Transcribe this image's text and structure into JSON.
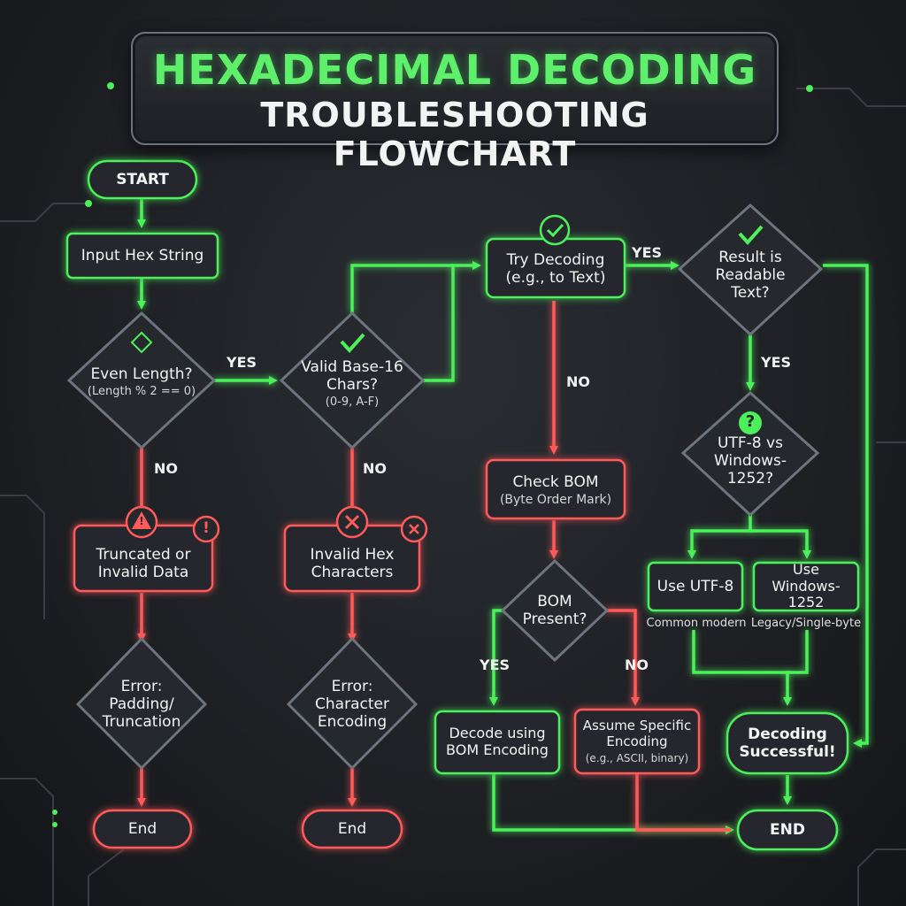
{
  "title": {
    "line1": "HEXADECIMAL DECODING",
    "line2": "TROUBLESHOOTING FLOWCHART"
  },
  "colors": {
    "green": "#4cf05a",
    "red": "#ff5a5a",
    "node_fill": "#25282d",
    "white": "#f4f4f4"
  },
  "nodes": {
    "start": {
      "label": "START"
    },
    "input": {
      "label": "Input Hex String"
    },
    "even_length": {
      "label": "Even Length?",
      "sub": "(Length % 2 == 0)",
      "icon": "diamond-outline-icon"
    },
    "valid_chars": {
      "label": "Valid Base-16 Chars?",
      "sub": "(0-9, A-F)",
      "icon": "checkmark-icon"
    },
    "truncated": {
      "label": "Truncated or Invalid Data",
      "icon": "warning-triangle-icon",
      "badge": "exclamation-circle-icon"
    },
    "invalid_hex": {
      "label": "Invalid Hex Characters",
      "icon": "x-circle-icon",
      "badge": "x-badge-icon"
    },
    "error_padding": {
      "label": "Error: Padding/ Truncation"
    },
    "error_encoding": {
      "label": "Error: Character Encoding"
    },
    "end_left": {
      "label": "End"
    },
    "end_mid": {
      "label": "End"
    },
    "try_decoding": {
      "label": "Try Decoding",
      "sub": "(e.g., to Text)",
      "icon": "checkmark-circle-icon"
    },
    "readable": {
      "label": "Result is Readable Text?",
      "icon": "checkmark-icon"
    },
    "check_bom": {
      "label": "Check BOM",
      "sub": "(Byte Order Mark)"
    },
    "bom_present": {
      "label": "BOM Present?"
    },
    "utf_vs_win": {
      "label": "UTF-8 vs Windows-1252?",
      "icon": "question-circle-icon"
    },
    "use_utf8": {
      "label": "Use UTF-8",
      "caption": "Common modern"
    },
    "use_win": {
      "label": "Use Windows-1252",
      "caption": "Legacy/Single-byte"
    },
    "decode_bom": {
      "label": "Decode using BOM Encoding"
    },
    "assume": {
      "label": "Assume Specific Encoding",
      "sub": "(e.g., ASCII, binary)"
    },
    "success": {
      "label": "Decoding Successful!"
    },
    "end_right": {
      "label": "END"
    }
  },
  "edge_labels": {
    "yes": "YES",
    "no": "NO"
  }
}
